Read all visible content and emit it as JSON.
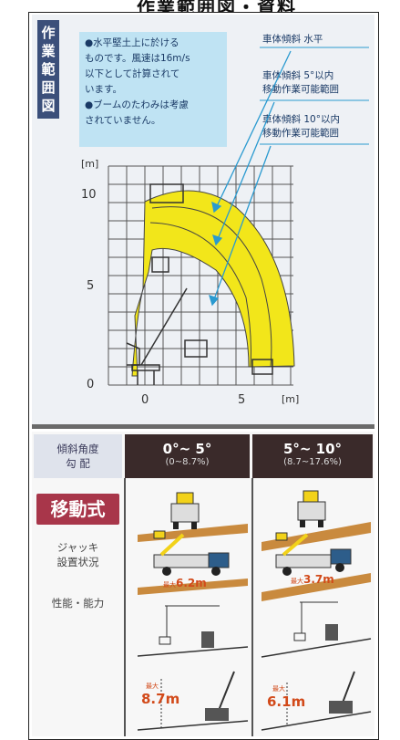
{
  "page_title": "作業範囲図・資料",
  "section_title": [
    "作",
    "業",
    "範",
    "囲",
    "図"
  ],
  "notes": [
    "●水平堅土上に於ける",
    "ものです。風速は16m/s",
    "以下として計算されて",
    "います。",
    "●ブームのたわみは考慮",
    "されていません。"
  ],
  "legend": {
    "horizontal": "車体傾斜 水平",
    "five_deg": [
      "車体傾斜 5°以内",
      "移動作業可能範囲"
    ],
    "ten_deg": [
      "車体傾斜 10°以内",
      "移動作業可能範囲"
    ]
  },
  "axes": {
    "y_unit": "[m]",
    "y_ticks": [
      "10",
      "5",
      "0"
    ],
    "x_ticks": [
      "0",
      "5"
    ],
    "x_unit": "[m]"
  },
  "table": {
    "header_label": [
      "傾斜角度",
      "勾 配"
    ],
    "col1": {
      "angle": "0°~ 5°",
      "grade": "(0~8.7%)"
    },
    "col2": {
      "angle": "5°~ 10°",
      "grade": "(8.7~17.6%)"
    },
    "mode": "移動式",
    "row_jack": [
      "ジャッキ",
      "設置状況"
    ],
    "row_perf": "性能・能力",
    "reach_prefix": "最大",
    "col1_reach": "6.2m",
    "col2_reach": "3.7m",
    "col1_height": "8.7m",
    "col2_height": "6.1m"
  },
  "colors": {
    "envelope": "#f2e61a",
    "arrow": "#2a9ad0",
    "title_bg": "#3b4f7a",
    "mode_bg": "#a8364a",
    "reach_text": "#d24a1a"
  }
}
